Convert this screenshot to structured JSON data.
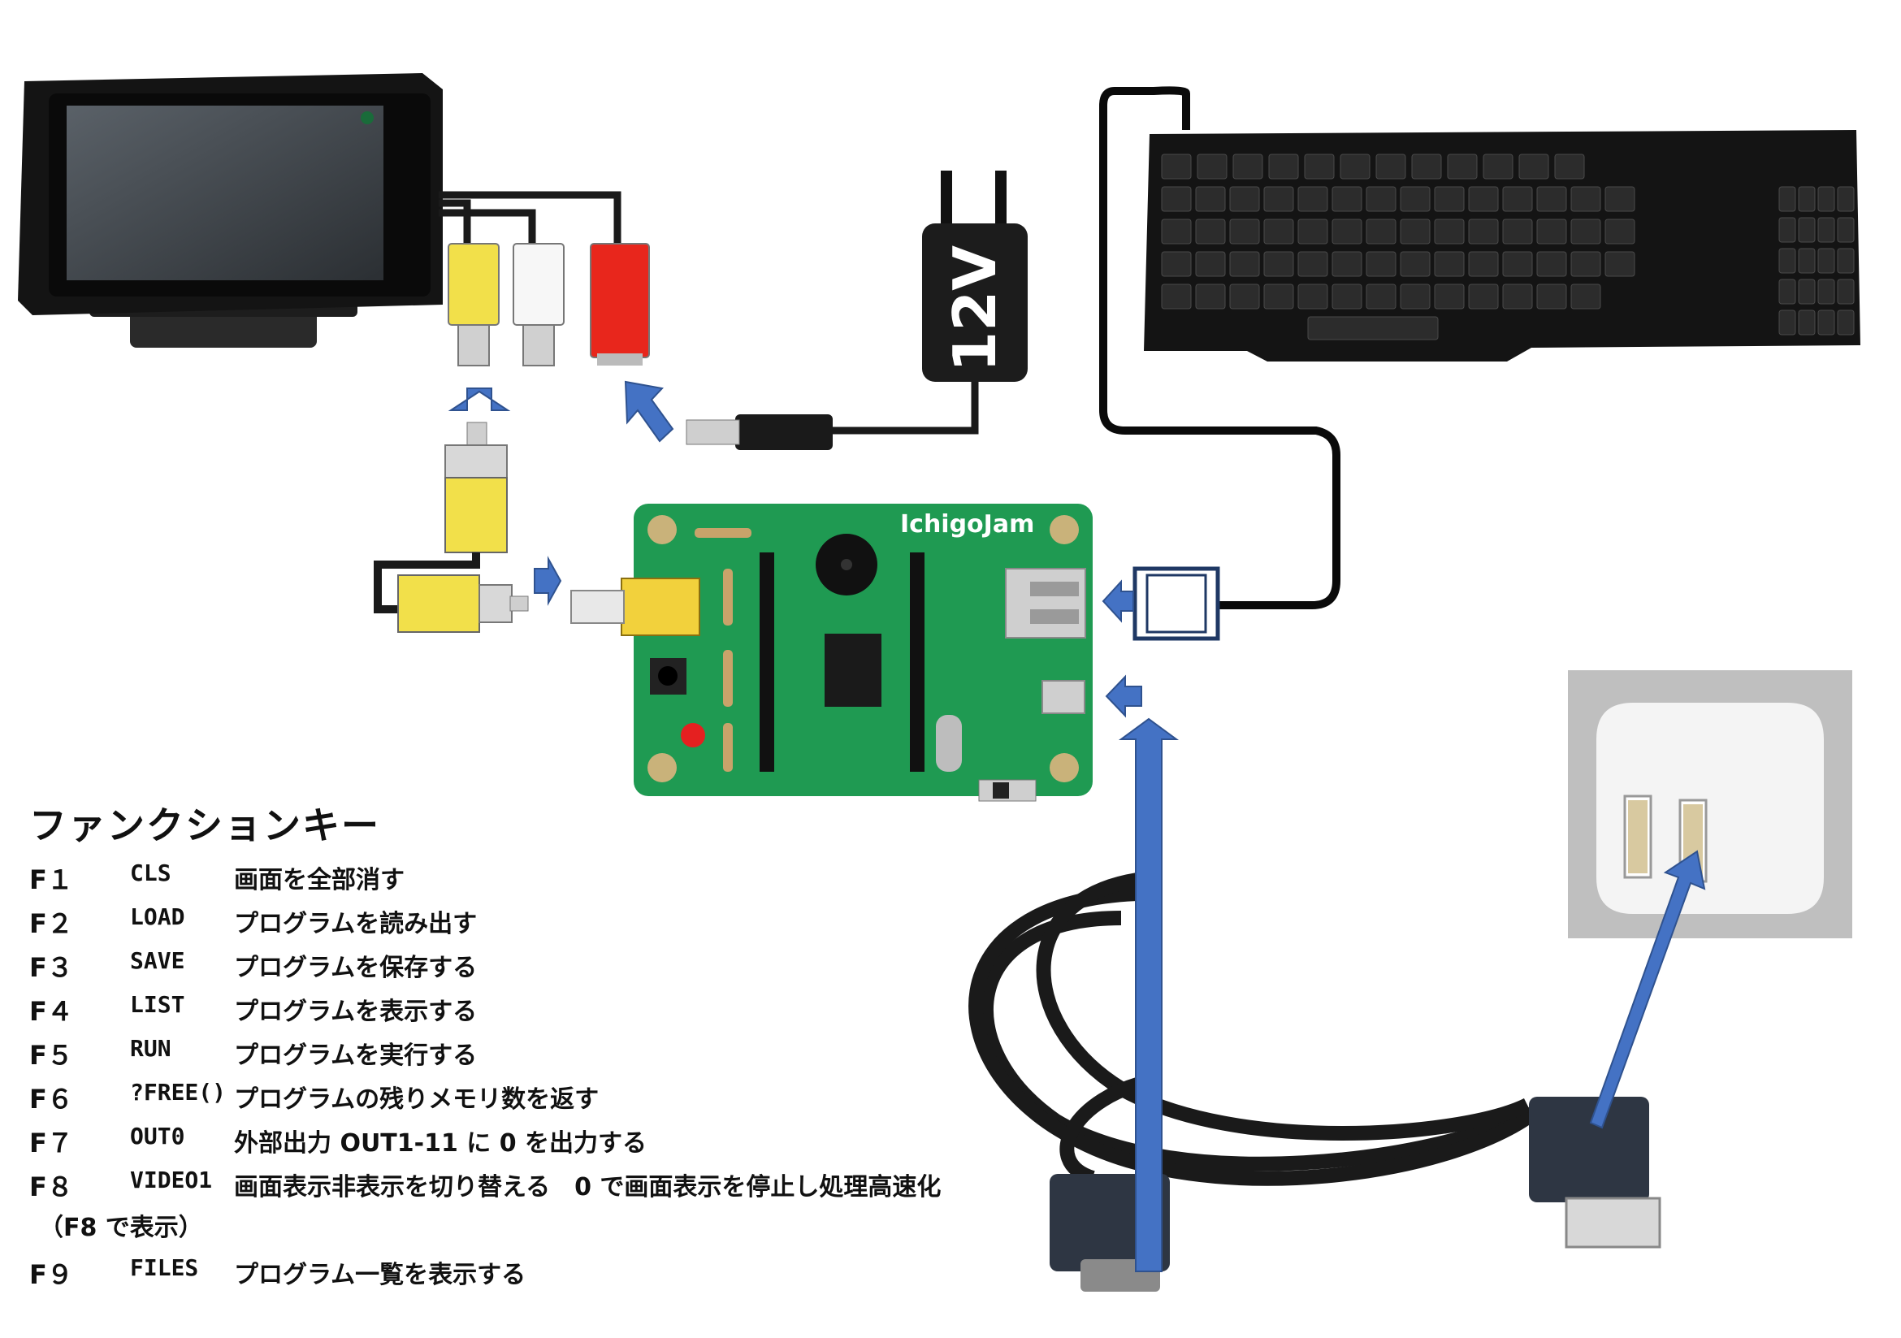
{
  "adapter": {
    "voltage_label": "12V"
  },
  "board": {
    "brand_label": "IchigoJam"
  },
  "function_keys": {
    "title": "ファンクションキー",
    "rows": [
      {
        "key": "F１",
        "command": "CLS",
        "description": "画面を全部消す"
      },
      {
        "key": "F２",
        "command": "LOAD",
        "description": "プログラムを読み出す"
      },
      {
        "key": "F３",
        "command": "SAVE",
        "description": "プログラムを保存する"
      },
      {
        "key": "F４",
        "command": "LIST",
        "description": "プログラムを表示する"
      },
      {
        "key": "F５",
        "command": "RUN",
        "description": "プログラムを実行する"
      },
      {
        "key": "F６",
        "command": "?FREE()",
        "description": "プログラムの残りメモリ数を返す"
      },
      {
        "key": "F７",
        "command": "OUT0",
        "description": "外部出力 OUT1-11 に 0 を出力する"
      },
      {
        "key": "F８",
        "command": "VIDEO1",
        "description": "画面表示非表示を切り替える　0 で画面表示を停止し処理高速化"
      },
      {
        "key": "F９",
        "command": "FILES",
        "description": "プログラム一覧を表示する"
      }
    ],
    "f8_note": "（F8 で表示）"
  },
  "colors": {
    "arrow_blue": "#4472c4",
    "board_green": "#1f9a52",
    "rca_yellow": "#f2e04a",
    "rca_white": "#f7f7f7",
    "rca_red": "#e8261c"
  }
}
